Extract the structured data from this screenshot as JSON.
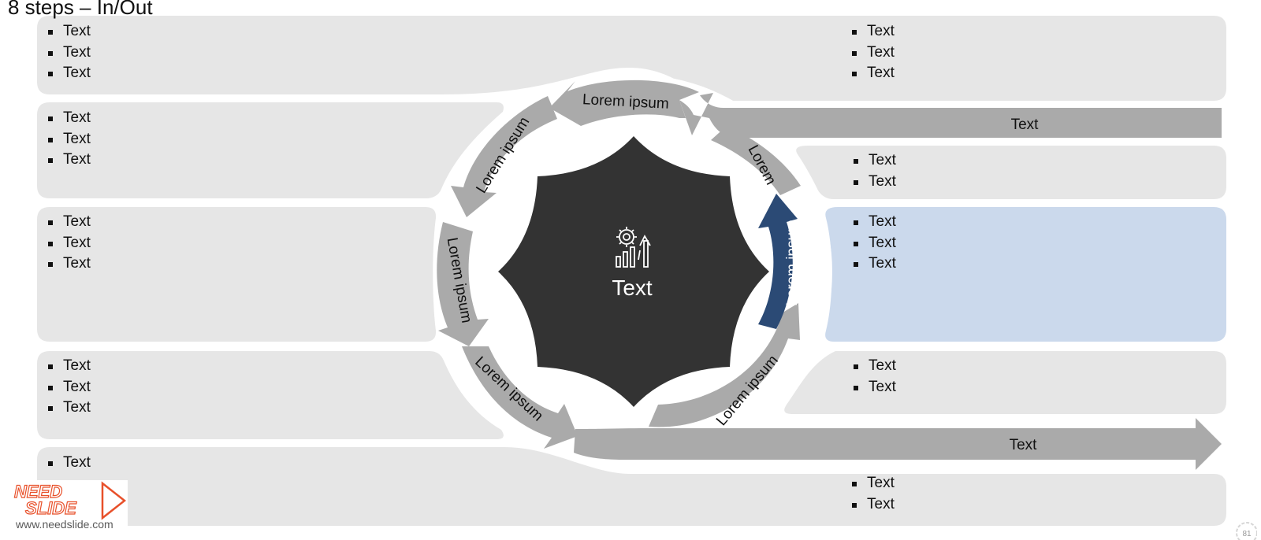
{
  "slide": {
    "title": "8 steps – In/Out",
    "page_number": "81"
  },
  "branding": {
    "logo_line1": "NEED",
    "logo_line2": "SLIDE",
    "url": "www.needslide.com"
  },
  "center": {
    "label": "Text",
    "icon": "gear-chart-icon"
  },
  "cycle_steps": [
    {
      "label": "Lorem ipsum",
      "position": "top"
    },
    {
      "label": "Lorem",
      "position": "upper-right"
    },
    {
      "label": "Lorem ipsum",
      "position": "right",
      "highlighted": true
    },
    {
      "label": "Lorem ipsum",
      "position": "lower-right"
    },
    {
      "label": "Lorem ipsum",
      "position": "lower-left"
    },
    {
      "label": "Lorem ipsum",
      "position": "left"
    },
    {
      "label": "Lorem ipsum",
      "position": "upper-left"
    }
  ],
  "io_arrows": {
    "input_label": "Text",
    "output_label": "Text"
  },
  "boxes": {
    "top_left": [
      "Text",
      "Text",
      "Text"
    ],
    "top_right": [
      "Text",
      "Text",
      "Text"
    ],
    "left_2": [
      "Text",
      "Text",
      "Text"
    ],
    "left_3": [
      "Text",
      "Text",
      "Text"
    ],
    "left_4": [
      "Text",
      "Text",
      "Text"
    ],
    "bottom_left": [
      "Text"
    ],
    "right_2": [
      "Text",
      "Text"
    ],
    "right_3": [
      "Text",
      "Text",
      "Text"
    ],
    "right_4": [
      "Text",
      "Text"
    ],
    "bottom_right": [
      "Text",
      "Text"
    ]
  },
  "colors": {
    "box": "#e6e6e6",
    "arrow": "#aaaaaa",
    "center": "#333333",
    "highlight": "#2b4a75",
    "highlight_box": "#cbd9ec"
  }
}
